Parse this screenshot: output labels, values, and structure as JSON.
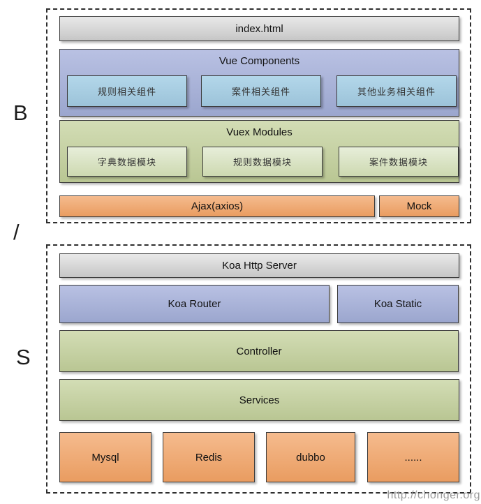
{
  "side_labels": {
    "browser": "B",
    "separator": "/",
    "server": "S"
  },
  "watermark": "http://chonger.org",
  "browser_tier": {
    "index_html": "index.html",
    "vue": {
      "title": "Vue Components",
      "items": [
        "规则相关组件",
        "案件相关组件",
        "其他业务相关组件"
      ]
    },
    "vuex": {
      "title": "Vuex Modules",
      "items": [
        "字典数据模块",
        "规则数据模块",
        "案件数据模块"
      ]
    },
    "ajax": "Ajax(axios)",
    "mock": "Mock"
  },
  "server_tier": {
    "http_server": "Koa Http Server",
    "router": "Koa Router",
    "static": "Koa Static",
    "controller": "Controller",
    "services": "Services",
    "backends": [
      "Mysql",
      "Redis",
      "dubbo",
      "......"
    ]
  },
  "colors": {
    "gray_top": "#e9e9e9",
    "gray_bottom": "#c6c6c6",
    "purple_top": "#b9c1e3",
    "purple_bottom": "#9ba6ce",
    "blue_top": "#b3d7ea",
    "blue_bottom": "#9cc3d9",
    "green_top": "#d3ddb5",
    "green_bottom": "#b9c693",
    "green_light_top": "#e7eeda",
    "green_light_bottom": "#cdd9b1",
    "orange_top": "#f5bb8e",
    "orange_bottom": "#e99c60",
    "border": "#3c3c3c"
  }
}
